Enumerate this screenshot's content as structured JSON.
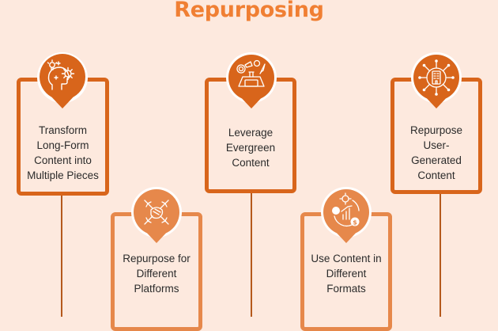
{
  "title": "Repurposing",
  "colors": {
    "background": "#fde9de",
    "title": "#f07f33",
    "dark_orange": "#d8651b",
    "light_orange": "#e6884b",
    "connector": "#b5591c",
    "text": "#2b2b2b"
  },
  "cards": [
    {
      "id": "transform",
      "label": "Transform\nLong-Form\nContent into\nMultiple Pieces",
      "icon": "head-gear-lightbulb-icon",
      "row": "top"
    },
    {
      "id": "platforms",
      "label": "Repurpose for\nDifferent\nPlatforms",
      "icon": "hands-network-icon",
      "row": "bottom"
    },
    {
      "id": "evergreen",
      "label": "Leverage\nEvergreen\nContent",
      "icon": "laptop-marketing-icon",
      "row": "top"
    },
    {
      "id": "formats",
      "label": "Use Content in\nDifferent\nFormats",
      "icon": "analytics-cycle-icon",
      "row": "bottom"
    },
    {
      "id": "ugc",
      "label": "Repurpose\nUser-\nGenerated\nContent",
      "icon": "building-network-icon",
      "row": "top"
    }
  ]
}
